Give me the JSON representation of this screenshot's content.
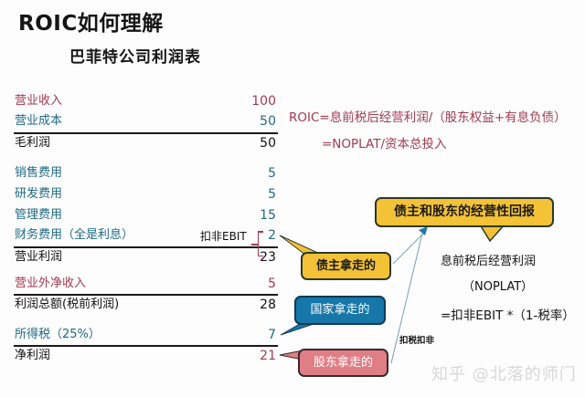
{
  "header": {
    "title": "ROIC如何理解",
    "subtitle": "巴菲特公司利润表"
  },
  "income_statement": {
    "rows": [
      {
        "label": "营业收入",
        "value": "100",
        "color": "#a13a50"
      },
      {
        "label": "营业成本",
        "value": "50",
        "color": "#1e6a84"
      },
      {
        "label": "毛利润",
        "value": "50",
        "color": "#111111"
      },
      {
        "label": "销售费用",
        "value": "5",
        "color": "#1e6a84"
      },
      {
        "label": "研发费用",
        "value": "5",
        "color": "#1e6a84"
      },
      {
        "label": "管理费用",
        "value": "15",
        "color": "#1e6a84"
      },
      {
        "label": "财务费用（全是利息）",
        "value": "2",
        "color": "#1e6a84"
      },
      {
        "label": "营业利润",
        "value": "23",
        "color": "#111111"
      },
      {
        "label": "营业外净收入",
        "value": "5",
        "color": "#a13a50"
      },
      {
        "label": "利润总额(税前利润)",
        "value": "28",
        "color": "#111111"
      },
      {
        "label": "所得税（25%）",
        "value": "7",
        "color": "#1e6a84"
      },
      {
        "label": "净利润",
        "value": "21",
        "color": "#a13a50"
      }
    ],
    "ebit_tag": "扣非EBIT"
  },
  "formula": {
    "line1": "ROIC=息前税后经营利润/（股东权益+有息负债）",
    "line2": "=NOPLAT/资本总投入"
  },
  "callouts": {
    "operating_return": "债主和股东的经营性回报",
    "creditors": "债主拿走的",
    "government": "国家拿走的",
    "shareholders": "股东拿走的"
  },
  "noplat": {
    "line1": "息前税后经营利润",
    "line2": "（NOPLAT）",
    "line3": "=扣非EBIT *（1-税率）",
    "note": "扣税扣非"
  },
  "watermark": "知乎 @北落的师门",
  "colors": {
    "red": "#a13a50",
    "teal": "#1e6a84",
    "yellow": "#f3c236",
    "blue": "#1677a8",
    "pink": "#e07e86"
  }
}
